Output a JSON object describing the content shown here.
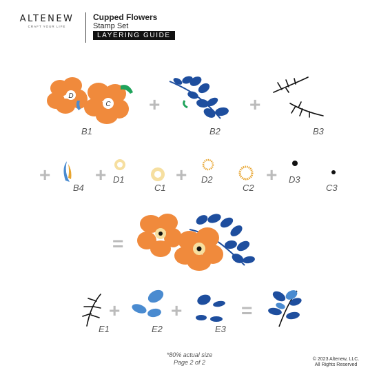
{
  "header": {
    "brand": "ALTENEW",
    "tagline": "CRAFT YOUR LIFE",
    "title": "Cupped Flowers",
    "subtitle": "Stamp Set",
    "guide_label": "LAYERING GUIDE"
  },
  "layers": {
    "row1": [
      "B1",
      "B2",
      "B3"
    ],
    "row2": [
      "B4",
      "D1",
      "C1",
      "D2",
      "C2",
      "D3",
      "C3"
    ],
    "row4": [
      "E1",
      "E2",
      "E3"
    ]
  },
  "operators": {
    "plus": "+",
    "equals": "="
  },
  "stamp_letters": {
    "d": "D",
    "c": "C"
  },
  "footer": {
    "scale_note": "*80% actual size",
    "page": "Page 2 of 2",
    "copyright": "© 2023 Altenew, LLC.",
    "rights": "All Rights Reserved"
  },
  "colors": {
    "orange": "#F08A3C",
    "navy": "#1E4E9E",
    "light_blue": "#4A8BD0",
    "green": "#1FA35B",
    "cream": "#F6DFA0",
    "gold": "#E8A530",
    "operator": "#BBBBBB"
  }
}
